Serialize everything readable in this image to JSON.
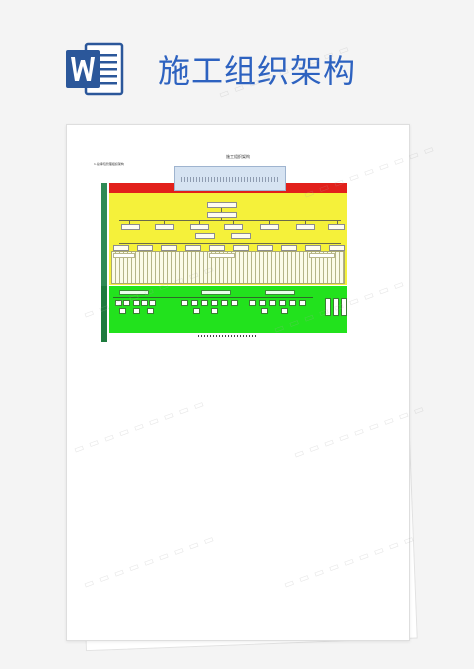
{
  "header": {
    "app_icon": "word-document-icon",
    "title": "施工组织架构",
    "brand_color": "#2d62c0"
  },
  "document": {
    "title": "施工组织架构",
    "subheading": "1.总承包管理组织架构"
  },
  "colors": {
    "red_band": "#e2201b",
    "yellow_area": "#f5f13a",
    "green_area": "#22e21d",
    "side_bar": "#2f8a55"
  }
}
